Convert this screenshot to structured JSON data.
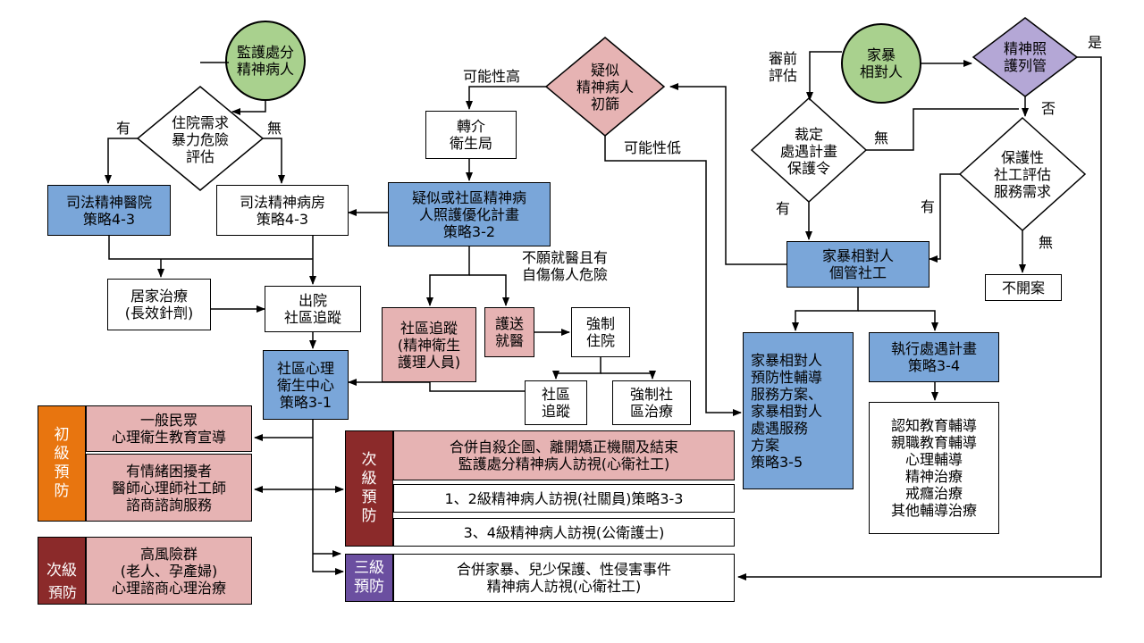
{
  "colors": {
    "blue": "#7aa6d9",
    "pink": "#e6b3b3",
    "green": "#a9d18e",
    "purple": "#b4a7d6",
    "orange": "#e8750f",
    "maroon": "#8b2a2a",
    "violet": "#6b4fa0"
  },
  "nodes": {
    "start_supervised": "監護處分\n精神病人",
    "start_family": "家暴\n相對人",
    "d_hosp_risk": "住院需求\n暴力危險\n評估",
    "d_suspect_screen": "疑似\n精神病人\n初篩",
    "d_mental_listed": "精神照\n護列管",
    "d_ruling_order": "裁定\n處遇計畫\n保護令",
    "d_protect_social": "保護性\n社工評估\n服務需求",
    "judicial_hospital": "司法精神醫院\n策略4-3",
    "judicial_ward": "司法精神病房\n策略4-3",
    "referral_health": "轉介\n衛生局",
    "suspect_community_plan": "疑似或社區精神病\n人照護優化計畫\n策略3-2",
    "family_case_social": "家暴相對人\n個管社工",
    "no_case": "不開案",
    "home_treatment": "居家治療\n(長效針劑)",
    "discharge_tracking": "出院\n社區追蹤",
    "community_tracking_nurse": "社區追蹤\n(精神衛生\n護理人員)",
    "escort_medical": "護送\n就醫",
    "compulsory_admission": "強制\n住院",
    "community_tracking": "社區\n追蹤",
    "compulsory_community": "強制社\n區治療",
    "mental_health_center": "社區心理\n衛生中心\n策略3-1",
    "family_prevent_services": "家暴相對人\n預防性輔導\n服務方案、\n家暴相對人\n處遇服務\n方案\n策略3-5",
    "execute_plan": "執行處遇計畫\n策略3-4",
    "treatment_list": "認知教育輔導\n親職教育輔導\n心理輔導\n精神治療\n戒癮治療\n其他輔導治療",
    "general_public": "一般民眾\n心理衛生教育宣導",
    "emotional_distress": "有情緒困擾者\n醫師心理師社工師\n諮商諮詢服務",
    "high_risk": "高風險群\n(老人、孕產婦)\n心理諮商心理治療",
    "merged_suicide": "合併自殺企圖、離開矯正機關及結束\n監護處分精神病人訪視(心衛社工)",
    "grade12_visit": "1、2級精神病人訪視(社關員)策略3-3",
    "grade34_visit": "3、4級精神病人訪視(公衛護士)",
    "merged_violence": "合併家暴、兒少保護、性侵害事件\n精神病人訪視(心衛社工)"
  },
  "side_labels": {
    "primary_prevention": "初\n級\n預\n防",
    "secondary_prevention_a": "次級",
    "secondary_prevention_b": "預防",
    "secondary_prevention_vertical": "次\n級\n預\n防",
    "tertiary_prevention": "三級\n預防"
  },
  "edge_labels": {
    "has_left": "有",
    "none_left": "無",
    "prob_high": "可能性高",
    "prob_low": "可能性低",
    "pre_trial": "審前\n評估",
    "yes": "是",
    "no": "否",
    "none_ruling": "無",
    "has_ruling": "有",
    "has_social": "有",
    "none_social": "無",
    "unwilling": "不願就醫且有\n自傷傷人危險"
  }
}
